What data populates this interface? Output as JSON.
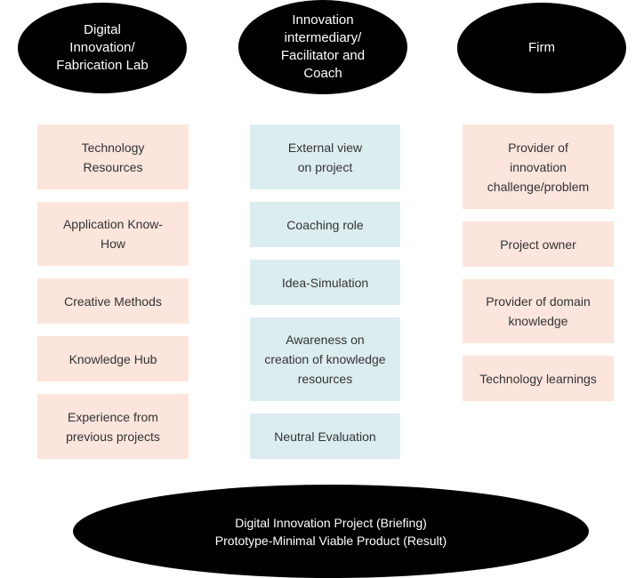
{
  "actors": {
    "lab": "Digital\nInnovation/\nFabrication  Lab",
    "intermediary": "Innovation\nintermediary/\nFacilitator and\nCoach",
    "firm": "Firm"
  },
  "lab_items": [
    "Technology\nResources",
    "Application Know-\nHow",
    "Creative Methods",
    "Knowledge Hub",
    "Experience from\nprevious projects"
  ],
  "intermediary_items": [
    "External view\non project",
    "Coaching role",
    "Idea-Simulation",
    "Awareness on\ncreation of knowledge\nresources",
    "Neutral Evaluation"
  ],
  "firm_items": [
    "Provider of\ninnovation\nchallenge/problem",
    "Project owner",
    "Provider of domain\nknowledge",
    "Technology learnings"
  ],
  "project": {
    "line1": "Digital  Innovation Project (Briefing)",
    "line2": "Prototype-Minimal Viable Product (Result)"
  },
  "colors": {
    "lab_box": "#fbe5dd",
    "intermediary_box": "#dcedf0",
    "firm_box": "#fbe5dd",
    "oval": "#000000"
  }
}
